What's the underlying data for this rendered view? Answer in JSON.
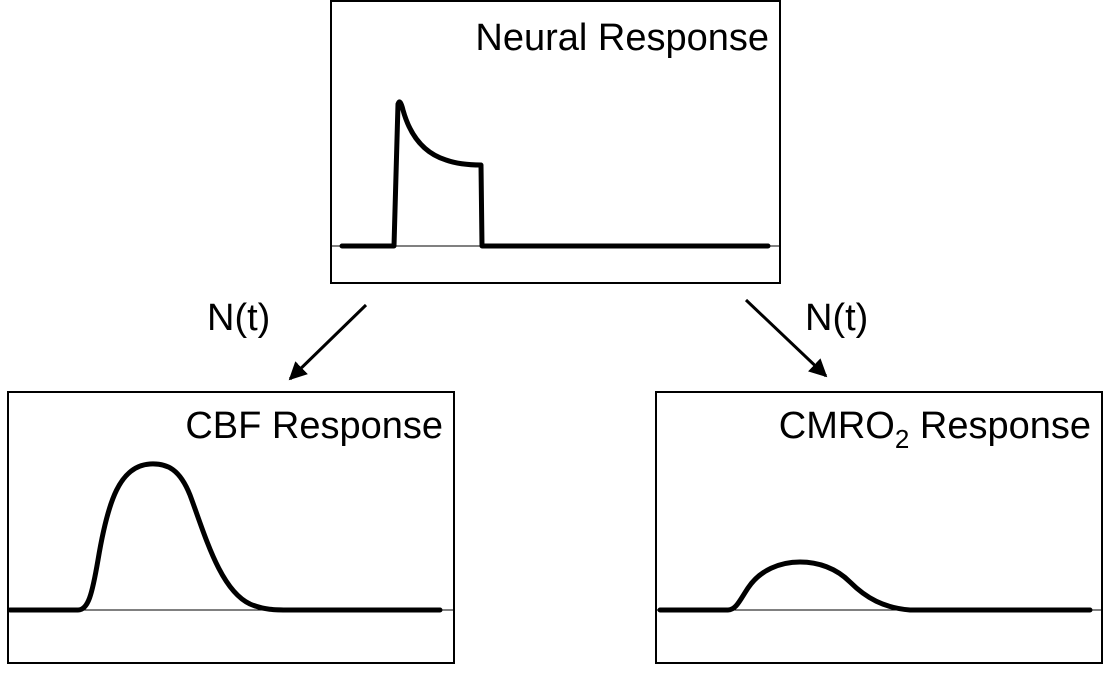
{
  "panels": {
    "neural": {
      "title": "Neural Response",
      "signal": {
        "type": "step-with-transient",
        "peak": 1.0,
        "plateau": 0.55
      }
    },
    "cbf": {
      "title": "CBF Response",
      "signal": {
        "type": "smooth-bump",
        "amplitude": 1.0
      }
    },
    "cmro2": {
      "title_main": "CMRO",
      "title_sub": "2",
      "title_rest": " Response",
      "signal": {
        "type": "smooth-bump",
        "amplitude": 0.33
      }
    }
  },
  "edges": {
    "left": {
      "label": "N(t)",
      "from": "neural",
      "to": "cbf"
    },
    "right": {
      "label": "N(t)",
      "from": "neural",
      "to": "cmro2"
    }
  },
  "colors": {
    "ink": "#000000",
    "background": "#ffffff"
  }
}
